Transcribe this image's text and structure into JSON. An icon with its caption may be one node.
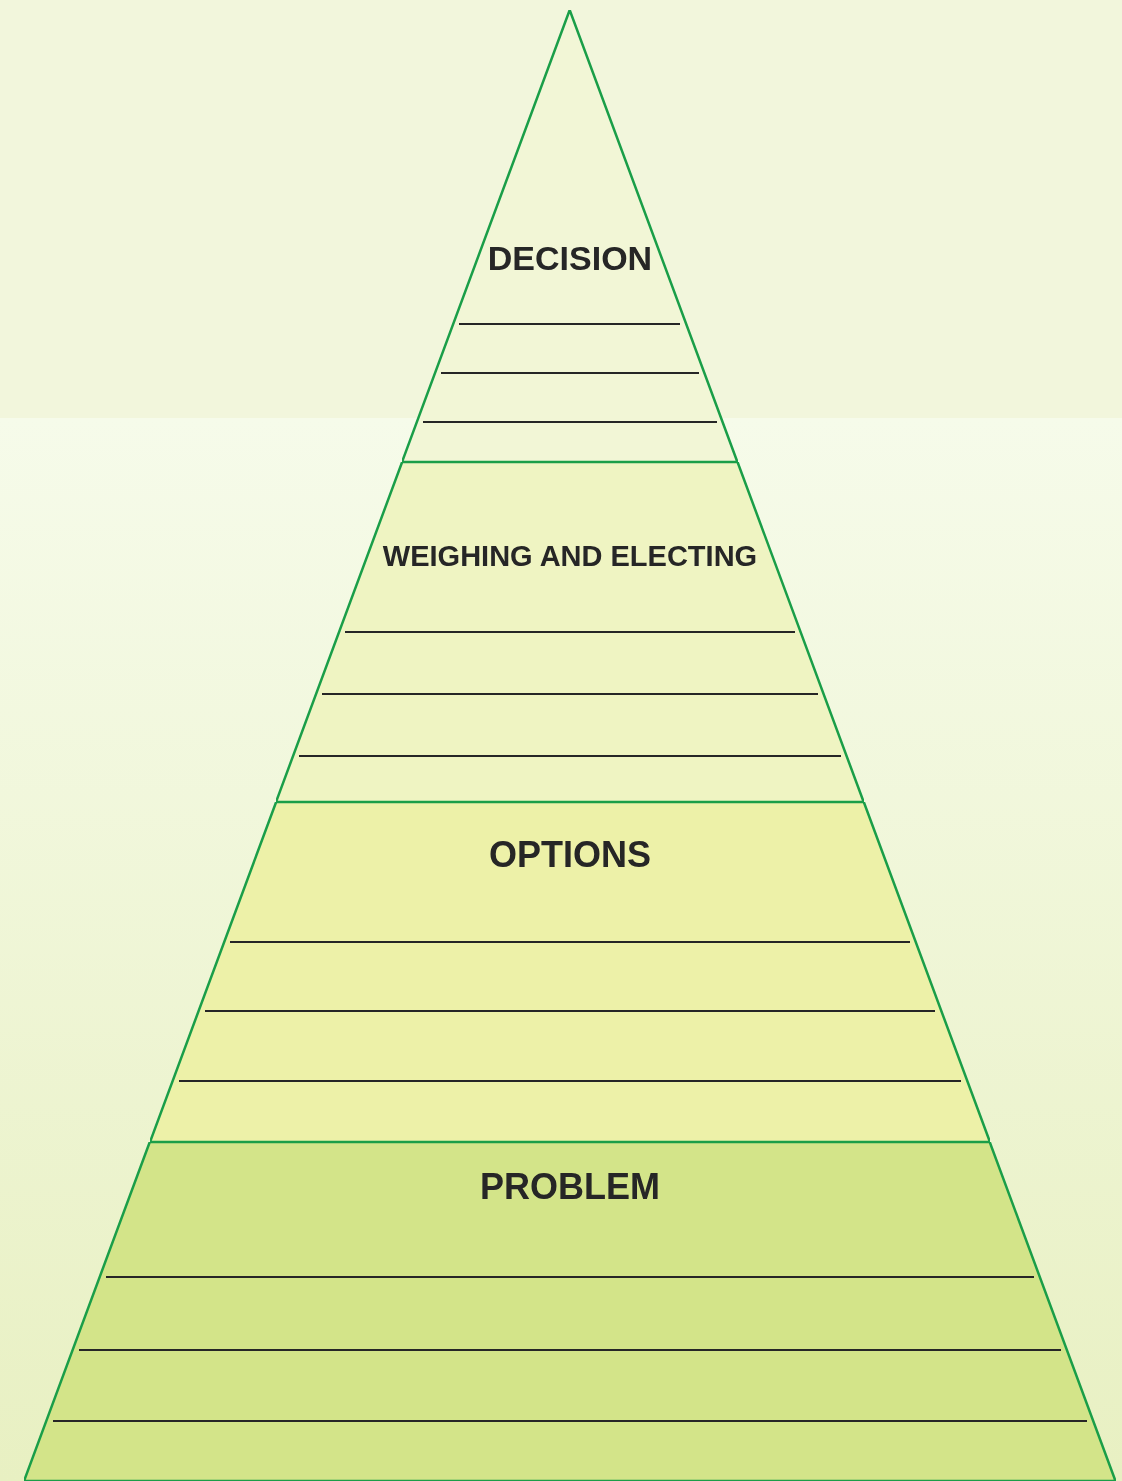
{
  "diagram": {
    "nodes": [
      {
        "text": [
          "DECISION"
        ]
      },
      {
        "text": [
          "WEIGHING AND ELECTING"
        ]
      },
      {
        "text": [
          "OPTIONS"
        ]
      },
      {
        "text": [
          "PROBLEM"
        ]
      }
    ]
  }
}
